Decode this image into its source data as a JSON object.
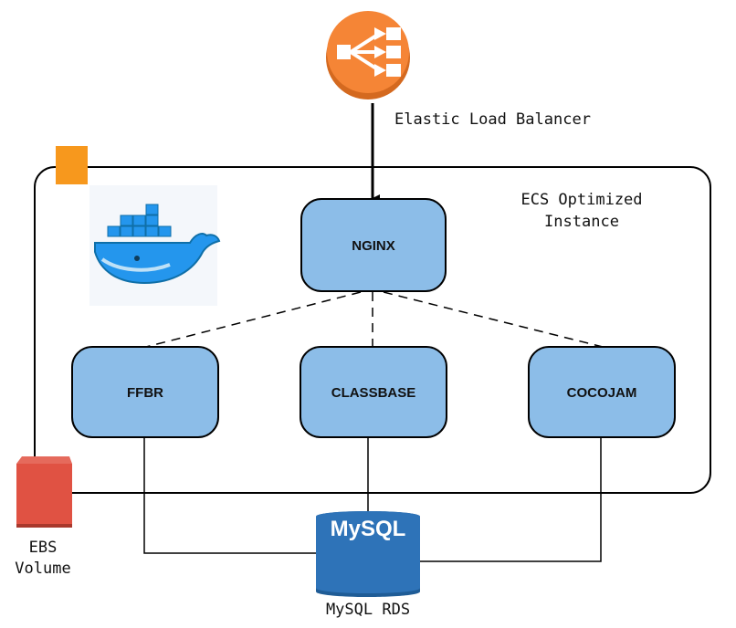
{
  "load_balancer": {
    "label": "Elastic Load Balancer",
    "color": "#F58536",
    "icon": "load-balancer-icon"
  },
  "instance": {
    "label_line1": "ECS Optimized",
    "label_line2": "Instance",
    "corner_color": "#F7981D"
  },
  "docker": {
    "icon": "docker-whale-icon",
    "color": "#2496ED"
  },
  "containers": {
    "nginx": "NGINX",
    "ffbr": "FFBR",
    "classbase": "CLASSBASE",
    "cocojam": "COCOJAM",
    "fill": "#8CBDE8"
  },
  "ebs": {
    "label_line1": "EBS",
    "label_line2": "Volume",
    "color": "#E05243",
    "icon": "ebs-volume-icon"
  },
  "rds": {
    "badge": "MySQL",
    "label": "MySQL RDS",
    "color": "#2E73B8",
    "icon": "mysql-database-icon"
  }
}
